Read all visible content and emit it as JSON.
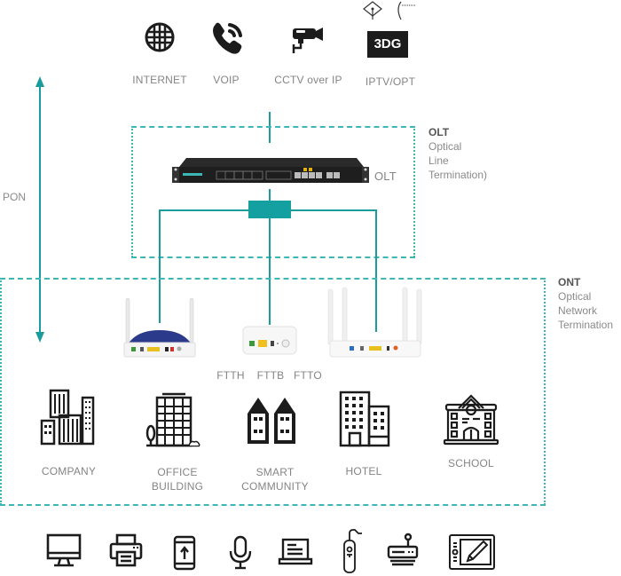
{
  "services": [
    {
      "label": "INTERNET",
      "icon": "globe-icon"
    },
    {
      "label": "VOIP",
      "icon": "phone-icon"
    },
    {
      "label": "CCTV over IP",
      "icon": "cctv-camera-icon"
    },
    {
      "label": "IPTV/OPT",
      "icon": "tv-3dg-icon",
      "badge": "3DG"
    }
  ],
  "olt": {
    "device_label": "OLT",
    "side_title": "OLT",
    "side_lines": [
      "Optical",
      "Line",
      "Termination)"
    ]
  },
  "ont": {
    "side_title": "ONT",
    "side_lines": [
      "Optical",
      "Network",
      "Termination"
    ]
  },
  "pon_label": "PON",
  "ftt_labels": [
    "FTTH",
    "FTTB",
    "FTTO"
  ],
  "buildings": [
    {
      "label_lines": [
        "COMPANY"
      ],
      "icon": "company-buildings-icon"
    },
    {
      "label_lines": [
        "OFFICE",
        "BUILDING"
      ],
      "icon": "office-building-icon"
    },
    {
      "label_lines": [
        "SMART",
        "COMMUNITY"
      ],
      "icon": "smart-community-icon"
    },
    {
      "label_lines": [
        "HOTEL"
      ],
      "icon": "hotel-icon"
    },
    {
      "label_lines": [
        "SCHOOL"
      ],
      "icon": "school-icon"
    }
  ],
  "end_devices": [
    {
      "icon": "desktop-monitor-icon"
    },
    {
      "icon": "printer-icon"
    },
    {
      "icon": "smartphone-upload-icon"
    },
    {
      "icon": "microphone-icon"
    },
    {
      "icon": "laptop-icon"
    },
    {
      "icon": "remote-control-icon"
    },
    {
      "icon": "router-icon"
    },
    {
      "icon": "drawing-tablet-icon"
    }
  ],
  "colors": {
    "accent": "#1a9c9c",
    "dashed": "#3fb6b6",
    "label": "#858585",
    "icon": "#1c1c1c"
  }
}
